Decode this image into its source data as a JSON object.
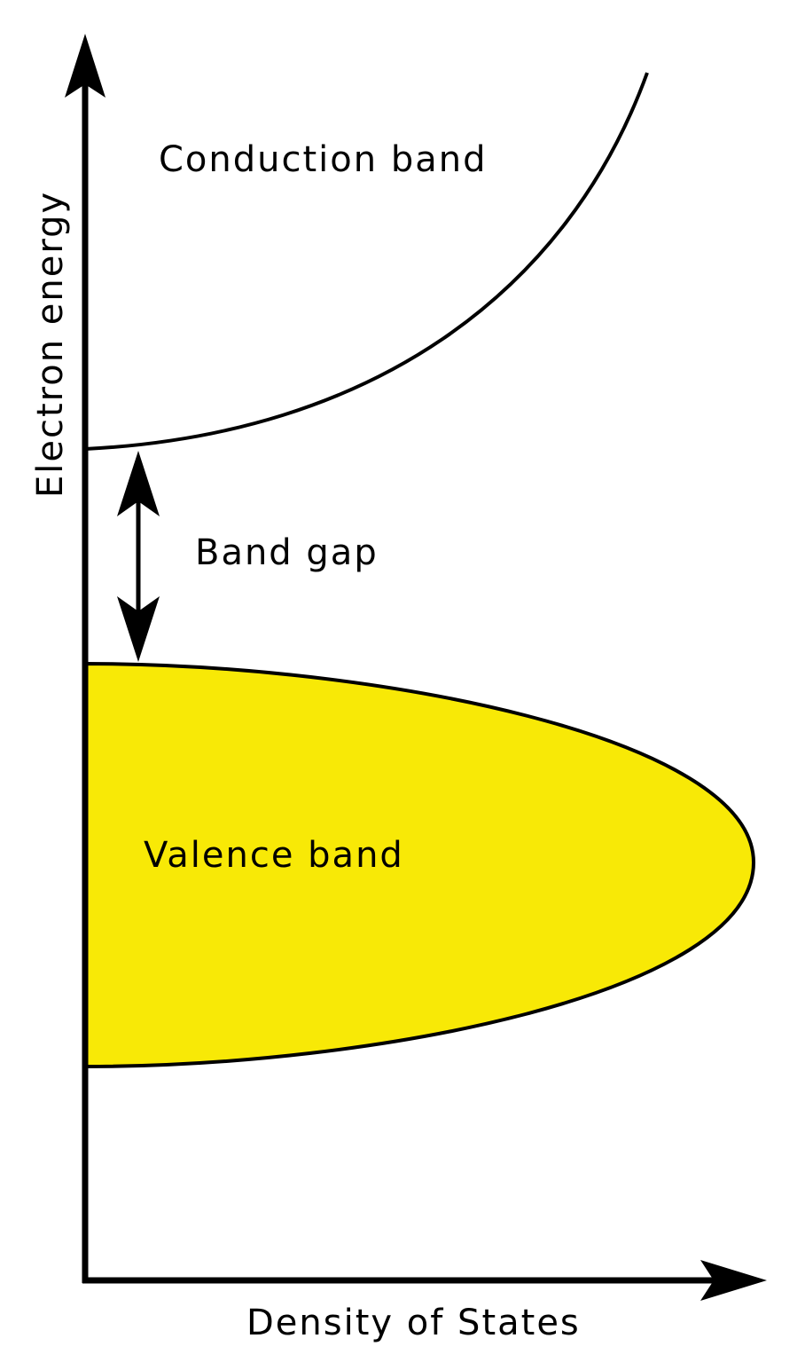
{
  "diagram": {
    "labels": {
      "conduction_band": "Conduction band",
      "band_gap": "Band gap",
      "valence_band": "Valence band",
      "y_axis": "Electron energy",
      "x_axis": "Density of States"
    },
    "colors": {
      "valence_fill": "#f8e906",
      "line": "#000000",
      "background": "#ffffff"
    }
  }
}
